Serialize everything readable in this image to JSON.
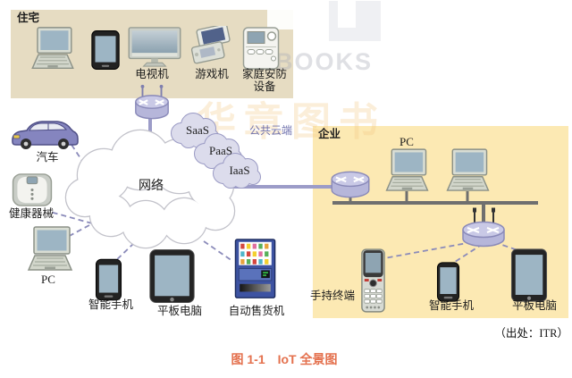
{
  "figure": {
    "caption": "图 1-1　IoT 全景图",
    "source": "（出处：ITR）"
  },
  "watermark": {
    "logo_text": "BOOKS",
    "cn_text": "华章图书"
  },
  "home_box": {
    "title": "住宅",
    "tv_label": "电视机",
    "game_label": "游戏机",
    "security_label_line1": "家庭安防",
    "security_label_line2": "设备"
  },
  "network": {
    "cloud_label": "网络",
    "public_cloud_label": "公共云端",
    "saas": "SaaS",
    "paas": "PaaS",
    "iaas": "IaaS"
  },
  "left_devices": {
    "car": "汽车",
    "health": "健康器械",
    "pc": "PC"
  },
  "bottom_devices": {
    "smartphone": "智能手机",
    "tablet": "平板电脑",
    "vending": "自动售货机"
  },
  "enterprise_box": {
    "title": "企业",
    "pc": "PC",
    "handheld": "手持终端",
    "smartphone": "智能手机",
    "tablet": "平板电脑"
  },
  "colors": {
    "home_box_bg": "#e6dcc2",
    "enterprise_box_bg": "#fce9b3",
    "caption_accent": "#e4714e",
    "solid_line": "#9c9cc8",
    "dashed_line": "#8b8bba",
    "bus_line": "#6f6f6f",
    "cloud_fill": "#ffffff",
    "mini_cloud_fill": "#dcdcec",
    "public_cloud_text": "#7173ae",
    "device_screen": "#9db5c4",
    "router_fill": "#b6b6da"
  }
}
